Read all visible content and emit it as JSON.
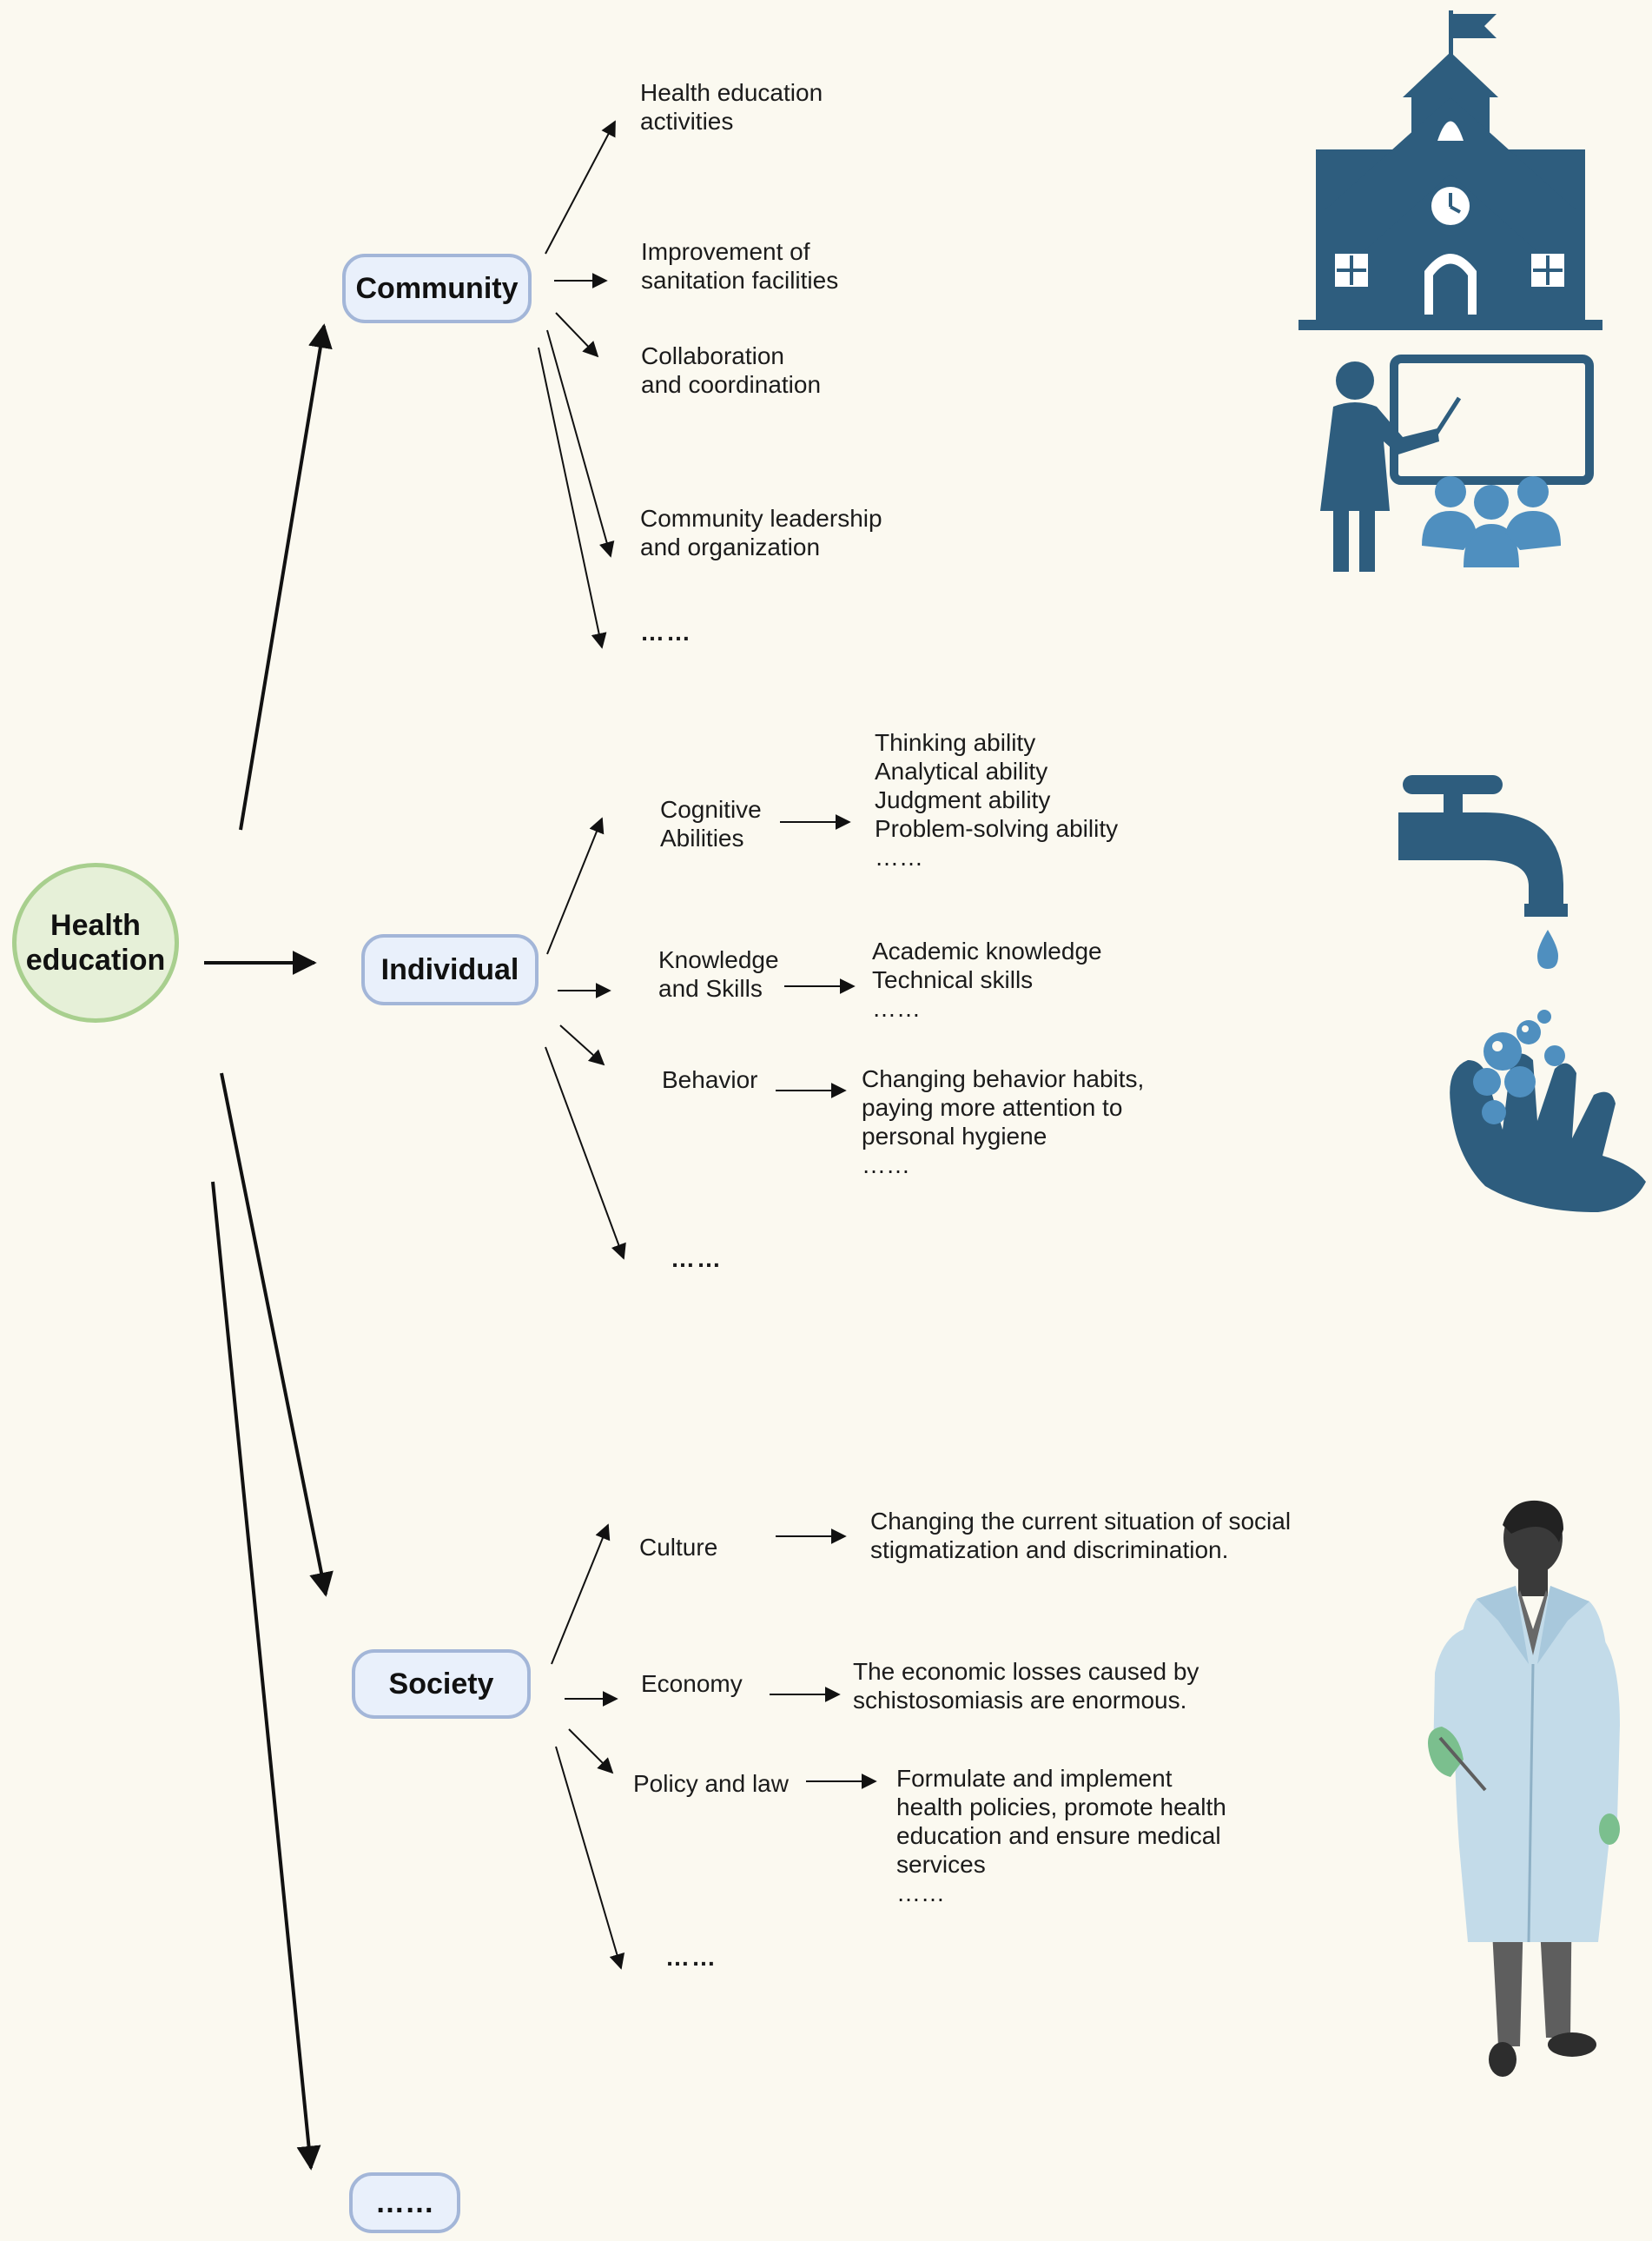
{
  "root": {
    "label": "Health\neducation"
  },
  "categories": {
    "community": "Community",
    "individual": "Individual",
    "society": "Society",
    "more": "……"
  },
  "community": {
    "items": [
      "Health education\nactivities",
      "Improvement of\nsanitation facilities",
      "Collaboration\nand coordination",
      "Community leadership\nand organization",
      "……"
    ]
  },
  "individual": {
    "items": [
      {
        "label": "Cognitive\nAbilities",
        "detail": "Thinking ability\nAnalytical ability\nJudgment ability\nProblem-solving ability\n……"
      },
      {
        "label": "Knowledge\nand Skills",
        "detail": "Academic knowledge\nTechnical skills\n……"
      },
      {
        "label": "Behavior",
        "detail": "Changing behavior habits,\npaying more attention to\npersonal hygiene\n……"
      }
    ],
    "more": "……"
  },
  "society": {
    "items": [
      {
        "label": "Culture",
        "detail": "Changing the current situation of social\nstigmatization and discrimination."
      },
      {
        "label": "Economy",
        "detail": "The economic losses caused by\nschistosomiasis are enormous."
      },
      {
        "label": "Policy and law",
        "detail": "Formulate and implement\nhealth policies, promote health\neducation and ensure medical\nservices\n……"
      }
    ],
    "more": "……"
  },
  "icons": [
    "school-icon",
    "teacher-icon",
    "faucet-icon",
    "handwashing-icon",
    "doctor-icon"
  ],
  "colors": {
    "icon_blue": "#2e5d7e",
    "icon_light": "#4f8fbf",
    "root_fill": "#e6f0d8",
    "root_border": "#a8cf8e",
    "node_fill": "#e9f0fb",
    "node_border": "#a3b6d8"
  }
}
